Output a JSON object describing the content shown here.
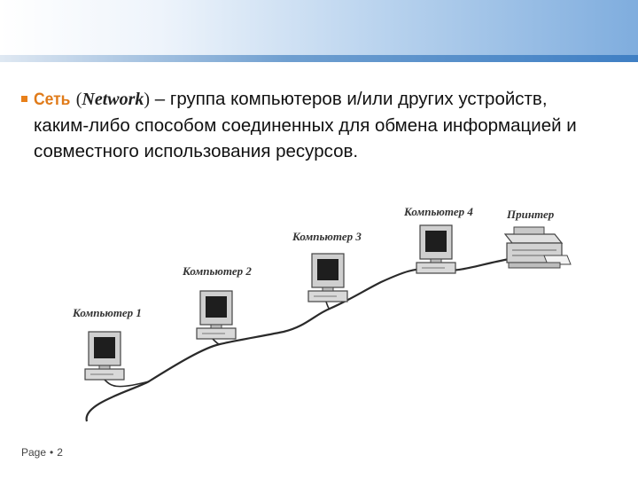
{
  "slide": {
    "term": "Сеть",
    "term_english": "Network",
    "definition": " – группа компьютеров и/или других устройств, каким-либо способом соединенных для обмена информацией и совместного использования ресурсов."
  },
  "diagram": {
    "labels": {
      "computer1": "Компьютер 1",
      "computer2": "Компьютер 2",
      "computer3": "Компьютер 3",
      "computer4": "Компьютер 4",
      "printer": "Принтер"
    }
  },
  "footer": {
    "page_label": "Page",
    "separator": "•",
    "page_number": "2"
  },
  "colors": {
    "accent": "#e07b1a",
    "header_blue": "#3f7fc4"
  }
}
